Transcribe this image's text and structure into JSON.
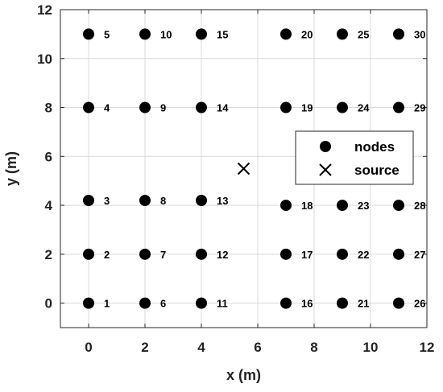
{
  "chart_data": {
    "type": "scatter",
    "title": "",
    "xlabel": "x (m)",
    "ylabel": "y (m)",
    "xlim": [
      -1,
      12
    ],
    "ylim": [
      -1,
      12
    ],
    "xticks": [
      "0",
      "2",
      "4",
      "6",
      "8",
      "10",
      "12"
    ],
    "yticks": [
      "0",
      "2",
      "4",
      "6",
      "8",
      "10",
      "12"
    ],
    "grid": true,
    "legend_position": "right",
    "series": [
      {
        "name": "nodes",
        "marker": "filled-circle",
        "color": "#000000",
        "points": [
          {
            "id": "1",
            "x": 0,
            "y": 0
          },
          {
            "id": "2",
            "x": 0,
            "y": 2
          },
          {
            "id": "3",
            "x": 0,
            "y": 4.2
          },
          {
            "id": "4",
            "x": 0,
            "y": 8
          },
          {
            "id": "5",
            "x": 0,
            "y": 11
          },
          {
            "id": "6",
            "x": 2,
            "y": 0
          },
          {
            "id": "7",
            "x": 2,
            "y": 2
          },
          {
            "id": "8",
            "x": 2,
            "y": 4.2
          },
          {
            "id": "9",
            "x": 2,
            "y": 8
          },
          {
            "id": "10",
            "x": 2,
            "y": 11
          },
          {
            "id": "11",
            "x": 4,
            "y": 0
          },
          {
            "id": "12",
            "x": 4,
            "y": 2
          },
          {
            "id": "13",
            "x": 4,
            "y": 4.2
          },
          {
            "id": "14",
            "x": 4,
            "y": 8
          },
          {
            "id": "15",
            "x": 4,
            "y": 11
          },
          {
            "id": "16",
            "x": 7,
            "y": 0
          },
          {
            "id": "17",
            "x": 7,
            "y": 2
          },
          {
            "id": "18",
            "x": 7,
            "y": 4
          },
          {
            "id": "19",
            "x": 7,
            "y": 8
          },
          {
            "id": "20",
            "x": 7,
            "y": 11
          },
          {
            "id": "21",
            "x": 9,
            "y": 0
          },
          {
            "id": "22",
            "x": 9,
            "y": 2
          },
          {
            "id": "23",
            "x": 9,
            "y": 4
          },
          {
            "id": "24",
            "x": 9,
            "y": 8
          },
          {
            "id": "25",
            "x": 9,
            "y": 11
          },
          {
            "id": "26",
            "x": 11,
            "y": 0
          },
          {
            "id": "27",
            "x": 11,
            "y": 2
          },
          {
            "id": "28",
            "x": 11,
            "y": 4
          },
          {
            "id": "29",
            "x": 11,
            "y": 8
          },
          {
            "id": "30",
            "x": 11,
            "y": 11
          }
        ]
      },
      {
        "name": "source",
        "marker": "x",
        "color": "#000000",
        "points": [
          {
            "x": 5.5,
            "y": 5.5
          }
        ]
      }
    ]
  }
}
